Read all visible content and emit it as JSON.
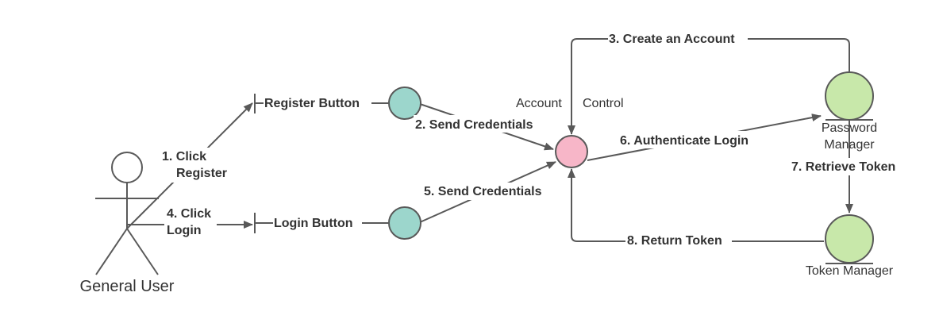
{
  "actor": {
    "name": "General User"
  },
  "boundaries": {
    "register": "Register Button",
    "login": "Login Button"
  },
  "control": {
    "label_left": "Account",
    "label_right": "Control"
  },
  "entities": {
    "password_manager_line1": "Password",
    "password_manager_line2": "Manager",
    "token_manager": "Token Manager"
  },
  "messages": {
    "m1_line1": "1. Click",
    "m1_line2": "Register",
    "m2": "2. Send Credentials",
    "m3": "3. Create an Account",
    "m4_line1": "4. Click",
    "m4_line2": "Login",
    "m5": "5. Send Credentials",
    "m6": "6. Authenticate Login",
    "m7": "7. Retrieve Token",
    "m8": "8. Return Token"
  },
  "colors": {
    "boundary_fill": "#9cd6cc",
    "control_fill": "#f7b6c8",
    "entity_fill": "#c8e8aa",
    "stroke": "#595959"
  }
}
